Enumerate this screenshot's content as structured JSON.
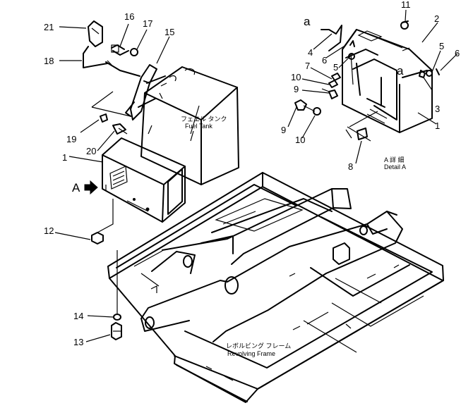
{
  "callouts": {
    "c21": "21",
    "c16": "16",
    "c17": "17",
    "c15": "15",
    "c18": "18",
    "c19": "19",
    "c20": "20",
    "c1_left": "1",
    "c12": "12",
    "c14": "14",
    "c13": "13",
    "c11": "11",
    "c2": "2",
    "c4": "4",
    "c6_a": "6",
    "c5_a": "5",
    "c5_b": "5",
    "c6_b": "6",
    "c7": "7",
    "c10_a": "10",
    "c9_a": "9",
    "c3": "3",
    "c9_b": "9",
    "c10_b": "10",
    "c1_right": "1",
    "c8": "8"
  },
  "labels": {
    "arrow_a": "A",
    "detail_a_letter": "a",
    "detail_a_inner": "a",
    "fuel_tank_jp": "フェエル タンク",
    "fuel_tank_en": "Fuel Tank",
    "revolving_frame_jp": "レボルビング フレーム",
    "revolving_frame_en": "Revolving Frame",
    "detail_jp": "A  詳 細",
    "detail_en": "Detail A"
  }
}
